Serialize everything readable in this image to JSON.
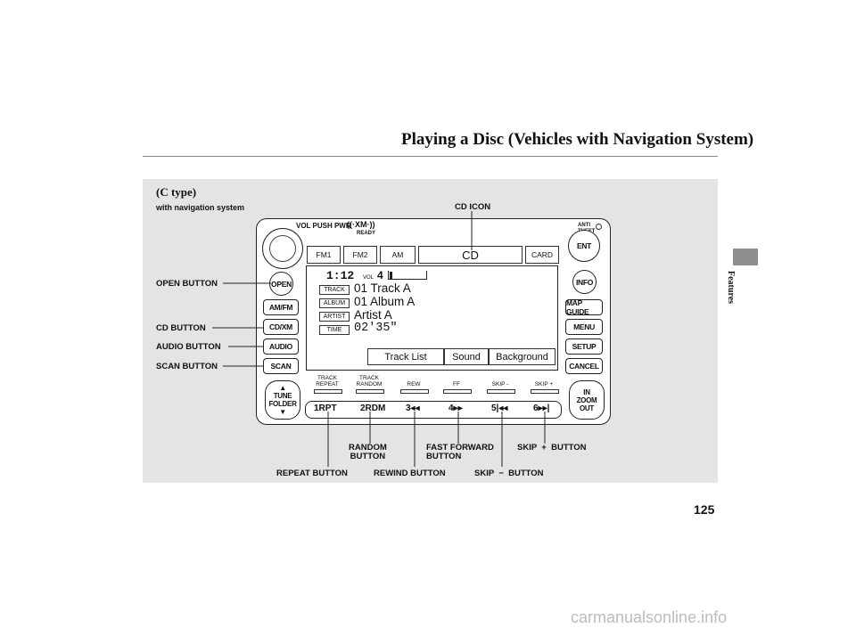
{
  "page": {
    "title": "Playing a Disc (Vehicles with Navigation System)",
    "section": "(C type)",
    "subtitle": "with navigation system",
    "sidebar_label": "Features",
    "page_number": "125",
    "watermark": "carmanualsonline.info"
  },
  "callouts": {
    "cd_icon": "CD ICON",
    "open_button": "OPEN BUTTON",
    "cd_button": "CD BUTTON",
    "audio_button": "AUDIO BUTTON",
    "scan_button": "SCAN BUTTON",
    "random_button": "RANDOM\nBUTTON",
    "fast_forward_button": "FAST FORWARD\nBUTTON",
    "skip_plus_button": "SKIP  +  BUTTON",
    "repeat_button": "REPEAT BUTTON",
    "rewind_button": "REWIND BUTTON",
    "skip_minus_button": "SKIP  −  BUTTON"
  },
  "unit": {
    "vol_pwr": "VOL PUSH PWR",
    "xm_ready": "READY",
    "anti_theft": "ANTI THEFT",
    "left_buttons": [
      "OPEN",
      "AM/FM",
      "CD/XM",
      "AUDIO",
      "SCAN"
    ],
    "tune_folder": "TUNE FOLDER",
    "right_buttons": [
      "ENT",
      "INFO",
      "MAP GUIDE",
      "MENU",
      "SETUP",
      "CANCEL"
    ],
    "zoom": [
      "IN",
      "ZOOM",
      "OUT"
    ],
    "top_tabs": [
      "FM1",
      "FM2",
      "AM",
      "CD",
      "CARD"
    ],
    "screen": {
      "time": "1:12",
      "vol_label": "VOL",
      "vol_value": "4",
      "rows": [
        {
          "tag": "TRACK",
          "value": "01  Track  A"
        },
        {
          "tag": "ALBUM",
          "value": "01  Album  A"
        },
        {
          "tag": "ARTIST",
          "value": "Artist  A"
        },
        {
          "tag": "TIME",
          "value": "02'35\""
        }
      ],
      "softkeys": [
        "Track  List",
        "Sound",
        "Background"
      ]
    },
    "function_labels": [
      "TRACK\nREPEAT",
      "TRACK\nRANDOM",
      "REW",
      "FF",
      "SKIP -",
      "SKIP +"
    ],
    "presets": [
      "1RPT",
      "2RDM",
      "3◂◂",
      "4▸▸",
      "5|◂◂",
      "6▸▸|"
    ]
  }
}
